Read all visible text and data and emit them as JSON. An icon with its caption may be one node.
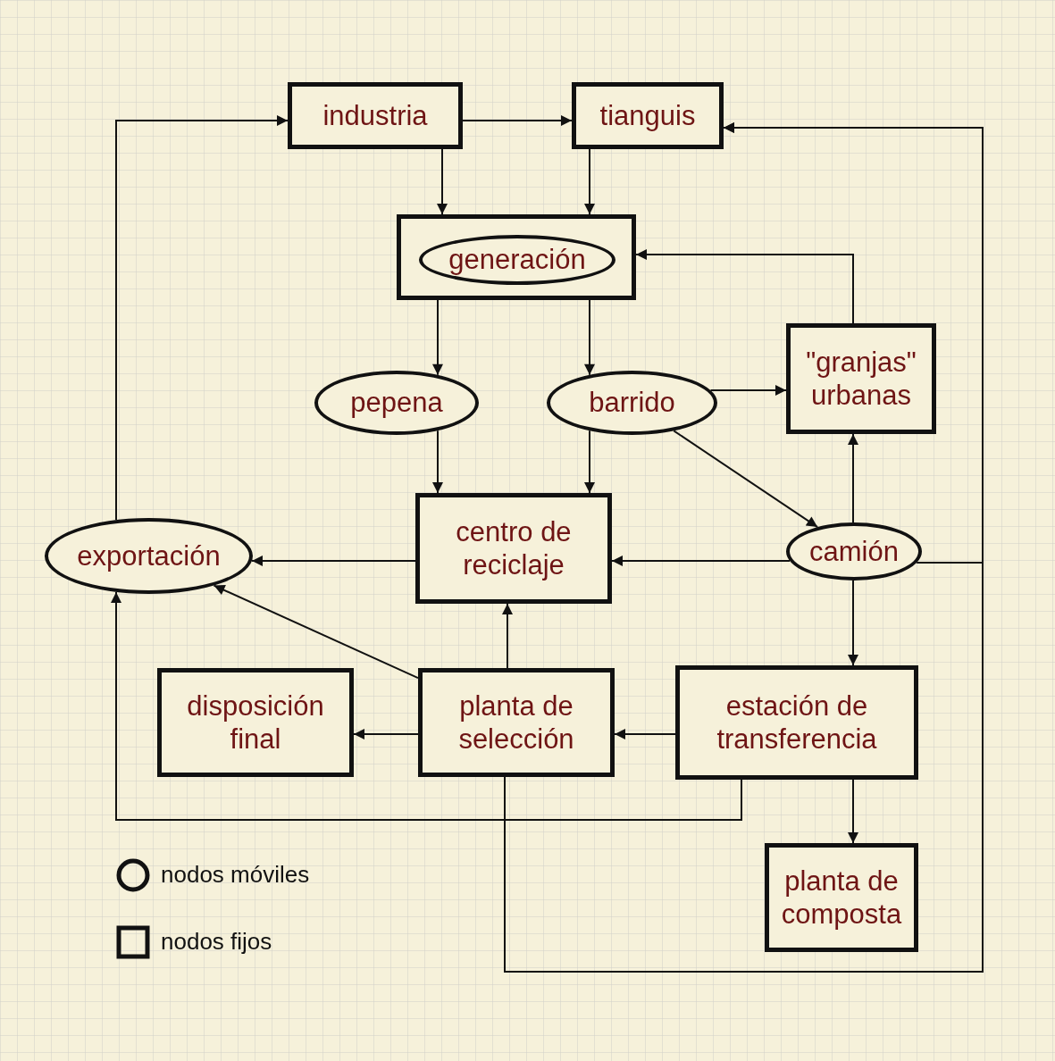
{
  "diagram": {
    "nodes": [
      {
        "text": [
          "industria"
        ]
      },
      {
        "text": [
          "tianguis"
        ]
      },
      {
        "text": [],
        "shape": "box"
      },
      {
        "text": [
          "generación"
        ],
        "in": 2
      },
      {
        "text": [
          "pepena"
        ]
      },
      {
        "text": [
          "barrido"
        ]
      },
      {
        "text": [
          "\"granjas\" urbanas"
        ]
      },
      {
        "text": [
          "centro de reciclaje"
        ]
      },
      {
        "text": [
          "exportación"
        ]
      },
      {
        "text": [
          "camión"
        ]
      },
      {
        "text": [
          "disposición final"
        ]
      },
      {
        "text": [
          "planta de selección"
        ]
      },
      {
        "text": [
          "estación de transferencia"
        ]
      },
      {
        "text": [
          "planta de composta"
        ]
      }
    ],
    "edges": [
      {
        "from": 8,
        "to": 0,
        "arrow": "to"
      },
      {
        "from": 0,
        "to": 1,
        "arrow": "to"
      },
      {
        "from": 0,
        "to": 2,
        "arrow": "to"
      },
      {
        "from": 1,
        "to": 2,
        "arrow": "to"
      },
      {
        "from": 6,
        "to": 2,
        "arrow": "to"
      },
      {
        "from": 9,
        "to": 1,
        "arrow": "to"
      },
      {
        "from": 11,
        "to": 1,
        "arrow": "to"
      },
      {
        "from": 2,
        "to": 4,
        "arrow": "to"
      },
      {
        "from": 2,
        "to": 5,
        "arrow": "to"
      },
      {
        "from": 5,
        "to": 6,
        "arrow": "to"
      },
      {
        "from": 5,
        "to": 9,
        "arrow": "to"
      },
      {
        "from": 4,
        "to": 7,
        "arrow": "to"
      },
      {
        "from": 5,
        "to": 7,
        "arrow": "to"
      },
      {
        "from": 9,
        "to": 6,
        "arrow": "to"
      },
      {
        "from": 9,
        "to": 7,
        "arrow": "to"
      },
      {
        "from": 7,
        "to": 8,
        "arrow": "to"
      },
      {
        "from": 9,
        "to": 12,
        "arrow": "to"
      },
      {
        "from": 11,
        "to": 7,
        "arrow": "to"
      },
      {
        "from": 11,
        "to": 8,
        "arrow": "to"
      },
      {
        "from": 11,
        "to": 10,
        "arrow": "to"
      },
      {
        "from": 12,
        "to": 11,
        "arrow": "to"
      },
      {
        "from": 12,
        "to": 13,
        "arrow": "to"
      },
      {
        "from": 12,
        "to": 8,
        "arrow": "to"
      }
    ],
    "legend": [
      {
        "text": "nodos móviles"
      },
      {
        "text": "nodos fijos"
      }
    ]
  }
}
